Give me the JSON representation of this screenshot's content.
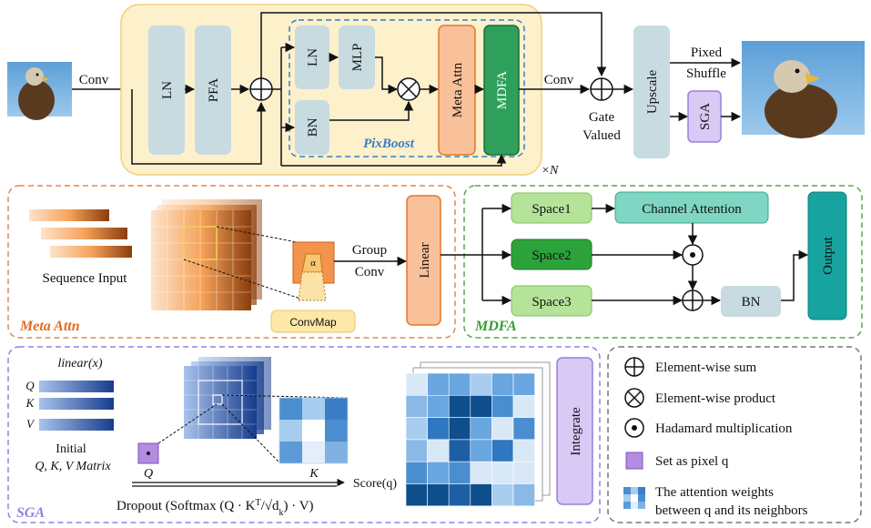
{
  "colors": {
    "pixboost_bg": "#fdf1cc",
    "pixboost_border": "#f2cf78",
    "pixboost_dash": "#3b7dc4",
    "block_blue_gray": "#c8dbe1",
    "meta_attn_fill": "#f9c19a",
    "meta_attn_border": "#e3772e",
    "mdfa_fill": "#2fa05b",
    "sga_fill": "#d8c9f5",
    "sga_border": "#9b7fd9",
    "space_light": "#b6e39a",
    "space_dark": "#2ba33a",
    "channel_attention": "#7fd6c2",
    "output_teal": "#17a39f",
    "meta_border": "#e08a52",
    "mdfa_border": "#5fa64a",
    "sga_section_border": "#8f83e0",
    "legend_border": "#777777",
    "title_orange": "#e06d1d",
    "title_green": "#3a9b36",
    "title_purple": "#8f83e0",
    "title_blue": "#3b7dc4"
  },
  "top": {
    "conv_in": "Conv",
    "ln": "LN",
    "pfa": "PFA",
    "pix_ln": "LN",
    "pix_mlp": "MLP",
    "pix_bn": "BN",
    "meta_attn": "Meta Attn",
    "mdfa": "MDFA",
    "pixboost": "PixBoost",
    "repeat": "×N",
    "conv_out": "Conv",
    "gate_line1": "Gate",
    "gate_line2": "Valued",
    "upscale": "Upscale",
    "pixed": "Pixed",
    "shuffle": "Shuffle",
    "sga": "SGA"
  },
  "meta_section": {
    "title": "Meta Attn",
    "sequence_input": "Sequence Input",
    "alpha": "α",
    "convmap": "ConvMap",
    "group": "Group",
    "conv": "Conv",
    "linear": "Linear"
  },
  "mdfa_section": {
    "title": "MDFA",
    "space1": "Space1",
    "space2": "Space2",
    "space3": "Space3",
    "channel_attention": "Channel Attention",
    "bn": "BN",
    "output": "Output"
  },
  "sga_section": {
    "title": "SGA",
    "linear_x": "linear(x)",
    "q": "Q",
    "k": "K",
    "v": "V",
    "initial": "Initial",
    "qkv_matrix": "Q, K, V Matrix",
    "q_label": "Q",
    "k_label": "K",
    "score": "Score(q)",
    "formula": "Dropout (Softmax (Q · K",
    "formula_sup": "T",
    "formula_rest": "/√d",
    "formula_sub": "k",
    "formula_end": ") · V)",
    "integrate": "Integrate"
  },
  "legend": {
    "sum": "Element-wise sum",
    "product": "Element-wise product",
    "hadamard": "Hadamard multiplication",
    "pixel_q": "Set as pixel q",
    "weights_line1": "The attention weights",
    "weights_line2": "between q and its neighbors"
  }
}
